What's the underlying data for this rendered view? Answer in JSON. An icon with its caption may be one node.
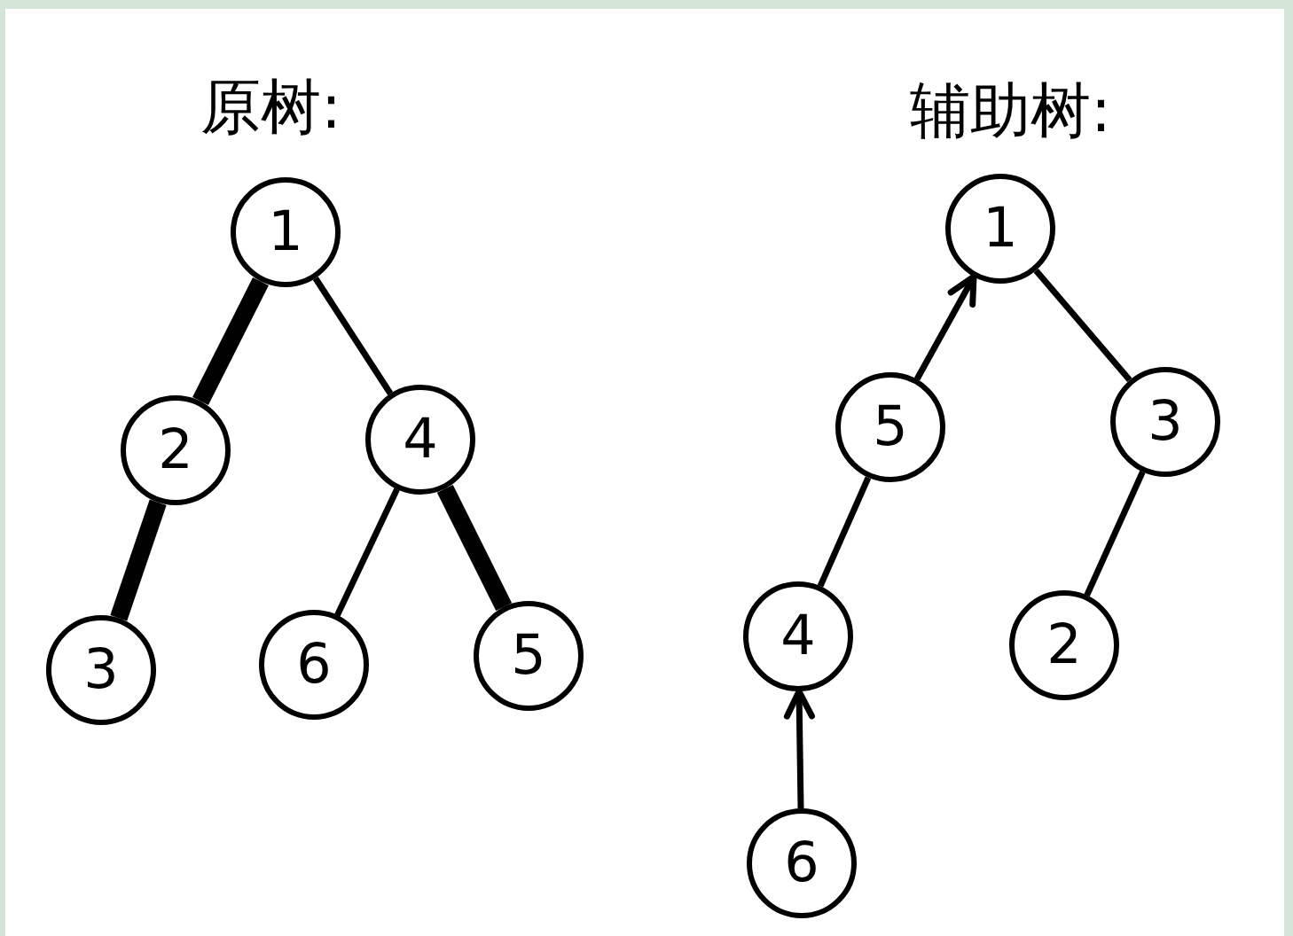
{
  "diagram": {
    "nodes": [
      {
        "text": [
          "1"
        ]
      },
      {
        "text": [
          "2"
        ]
      },
      {
        "text": [
          "4"
        ]
      },
      {
        "text": [
          "3"
        ]
      },
      {
        "text": [
          "6"
        ]
      },
      {
        "text": [
          "5"
        ]
      },
      {
        "text": [
          "1"
        ]
      },
      {
        "text": [
          "5"
        ]
      },
      {
        "text": [
          "3"
        ]
      },
      {
        "text": [
          "4"
        ]
      },
      {
        "text": [
          "2"
        ]
      },
      {
        "text": [
          "6"
        ]
      }
    ],
    "edges": [
      {
        "from": 0,
        "to": 1,
        "arrow": "none",
        "style": "thick"
      },
      {
        "from": 0,
        "to": 2,
        "arrow": "none"
      },
      {
        "from": 1,
        "to": 3,
        "arrow": "none",
        "style": "thick"
      },
      {
        "from": 2,
        "to": 4,
        "arrow": "none"
      },
      {
        "from": 2,
        "to": 5,
        "arrow": "none",
        "style": "thick"
      },
      {
        "from": 7,
        "to": 6,
        "arrow": "to"
      },
      {
        "from": 6,
        "to": 8,
        "arrow": "none"
      },
      {
        "from": 9,
        "to": 7,
        "arrow": "none"
      },
      {
        "from": 8,
        "to": 10,
        "arrow": "none"
      },
      {
        "from": 11,
        "to": 9,
        "arrow": "to"
      }
    ],
    "labels": [
      "原树:",
      "辅助树:"
    ]
  }
}
